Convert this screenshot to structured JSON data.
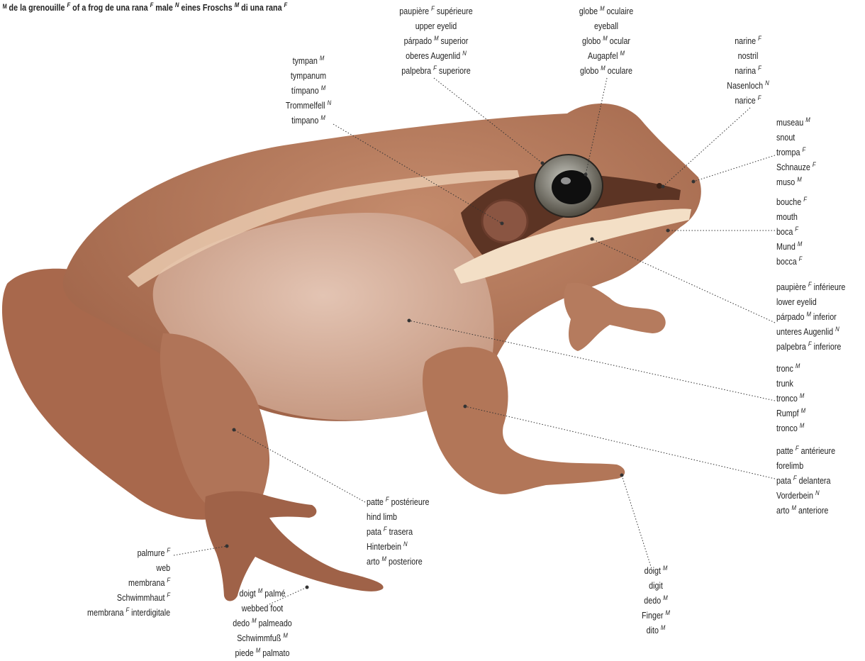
{
  "title_lines": [
    "ᴹ de la grenouille F",
    "of a frog",
    "de una rana F",
    "male N eines Froschs M",
    "di una rana F"
  ],
  "labels": [
    {
      "id": "upper-eyelid",
      "lines": [
        "paupière F supérieure",
        "upper eyelid",
        "párpado M superior",
        "oberes Augenlid N",
        "palpebra F superiore"
      ]
    },
    {
      "id": "eyeball",
      "lines": [
        "globe M oculaire",
        "eyeball",
        "globo M ocular",
        "Augapfel M",
        "globo M oculare"
      ]
    },
    {
      "id": "nostril",
      "lines": [
        "narine F",
        "nostril",
        "narina F",
        "Nasenloch N",
        "narice F"
      ]
    },
    {
      "id": "tympanum",
      "lines": [
        "tympan M",
        "tympanum",
        "tímpano M",
        "Trommelfell N",
        "timpano M"
      ]
    },
    {
      "id": "snout",
      "lines": [
        "museau M",
        "snout",
        "trompa F",
        "Schnauze F",
        "muso M"
      ]
    },
    {
      "id": "mouth",
      "lines": [
        "bouche F",
        "mouth",
        "boca F",
        "Mund M",
        "bocca F"
      ]
    },
    {
      "id": "lower-eyelid",
      "lines": [
        "paupière F inférieure",
        "lower eyelid",
        "párpado M inferior",
        "unteres Augenlid N",
        "palpebra F inferiore"
      ]
    },
    {
      "id": "trunk",
      "lines": [
        "tronc M",
        "trunk",
        "tronco M",
        "Rumpf M",
        "tronco M"
      ]
    },
    {
      "id": "forelimb",
      "lines": [
        "patte F antérieure",
        "forelimb",
        "pata F delantera",
        "Vorderbein N",
        "arto M anteriore"
      ]
    },
    {
      "id": "hind-limb",
      "lines": [
        "patte F postérieure",
        "hind limb",
        "pata F trasera",
        "Hinterbein N",
        "arto M posteriore"
      ]
    },
    {
      "id": "digit",
      "lines": [
        "doigt M",
        "digit",
        "dedo M",
        "Finger M",
        "dito M"
      ]
    },
    {
      "id": "web",
      "lines": [
        "palmure F",
        "web",
        "membrana F",
        "Schwimmhaut F",
        "membrana F interdigitale"
      ]
    },
    {
      "id": "webbed-foot",
      "lines": [
        "doigt M palmé",
        "webbed foot",
        "dedo M palmeado",
        "Schwimmfuß M",
        "piede M palmato"
      ]
    }
  ],
  "colors": {
    "skin": "#b47a5c",
    "skin_dark": "#7b4a35",
    "belly": "#d6b3a0",
    "stripe": "#f1dcc4",
    "eye": "#111111"
  }
}
